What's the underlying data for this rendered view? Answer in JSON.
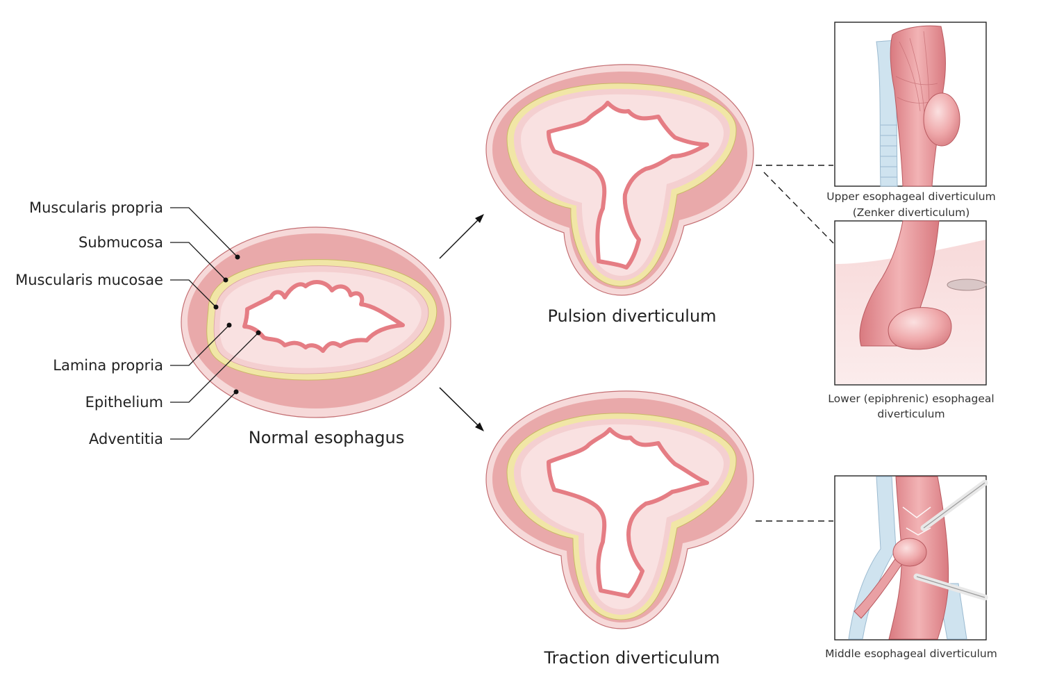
{
  "layers": [
    "Muscularis propria",
    "Submucosa",
    "Muscularis mucosae",
    "Lamina propria",
    "Epithelium",
    "Adventitia"
  ],
  "titles": {
    "normal": "Normal esophagus",
    "pulsion": "Pulsion diverticulum",
    "traction": "Traction diverticulum"
  },
  "captions": {
    "upper_line1": "Upper esophageal diverticulum",
    "upper_line2": "(Zenker diverticulum)",
    "lower_line1": "Lower (epiphrenic) esophageal",
    "lower_line2": "diverticulum",
    "middle": "Middle esophageal diverticulum"
  },
  "colors": {
    "adventitia": "#f6d9d9",
    "muscularis_propria": "#e9a9aa",
    "submucosa": "#f4cfd0",
    "muscularis_mucosae": "#f1e6a6",
    "lamina_propria": "#f9e1e1",
    "epithelium": "#e57d84",
    "outline": "#c46f73",
    "cartilage": "#cfe3ef"
  }
}
